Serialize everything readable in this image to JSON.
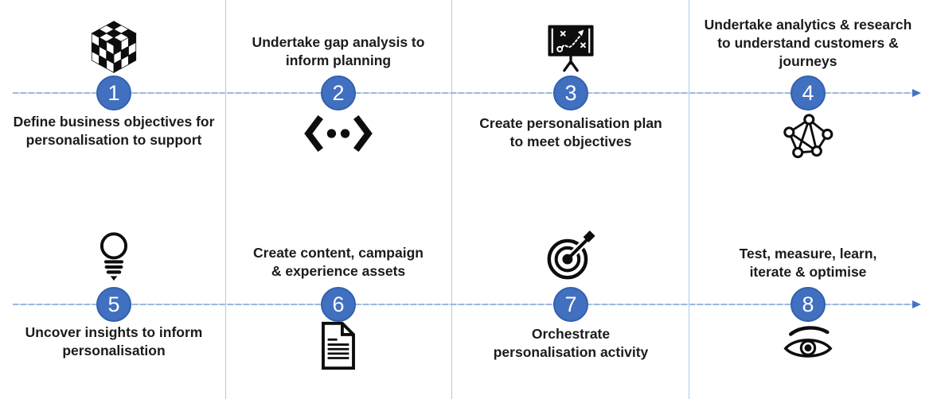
{
  "steps": [
    {
      "number": "1",
      "label": "Define business objectives for\npersonalisation to support",
      "icon": "rubiks-cube-icon"
    },
    {
      "number": "2",
      "label": "Undertake gap analysis to\ninform planning",
      "icon": "code-icon"
    },
    {
      "number": "3",
      "label": "Create personalisation plan\nto meet objectives",
      "icon": "strategy-board-icon"
    },
    {
      "number": "4",
      "label": "Undertake analytics & research\nto understand customers &\njourneys",
      "icon": "network-graph-icon"
    },
    {
      "number": "5",
      "label": "Uncover insights to inform\npersonalisation",
      "icon": "lightbulb-icon"
    },
    {
      "number": "6",
      "label": "Create content, campaign\n& experience assets",
      "icon": "document-icon"
    },
    {
      "number": "7",
      "label": "Orchestrate\npersonalisation activity",
      "icon": "target-arrow-icon"
    },
    {
      "number": "8",
      "label": "Test, measure, learn,\niterate & optimise",
      "icon": "eye-icon"
    }
  ],
  "timeline": {
    "rows": 2,
    "direction": "right"
  },
  "colors": {
    "badge_fill": "#4170C0",
    "badge_border": "#3361AD",
    "badge_text": "#FFFFFF",
    "timeline_line": "#A6C2E7",
    "arrow_head": "#4472C4",
    "divider": "#AECBEA",
    "icon": "#0D0D0D",
    "label_text": "#1B1B1B",
    "background": "#FFFFFF"
  }
}
